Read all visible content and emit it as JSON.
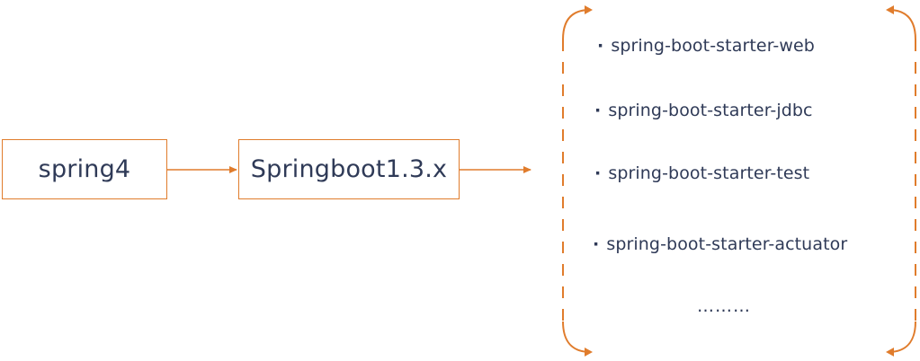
{
  "boxes": {
    "spring4": "spring4",
    "springboot": "Springboot1.3.x"
  },
  "starters": {
    "bullet": "·",
    "items": [
      "spring-boot-starter-web",
      "spring-boot-starter-jdbc",
      "spring-boot-starter-test",
      "spring-boot-starter-actuator"
    ],
    "more": "………"
  },
  "colors": {
    "accent": "#e07c2c",
    "text": "#2f3a57"
  }
}
